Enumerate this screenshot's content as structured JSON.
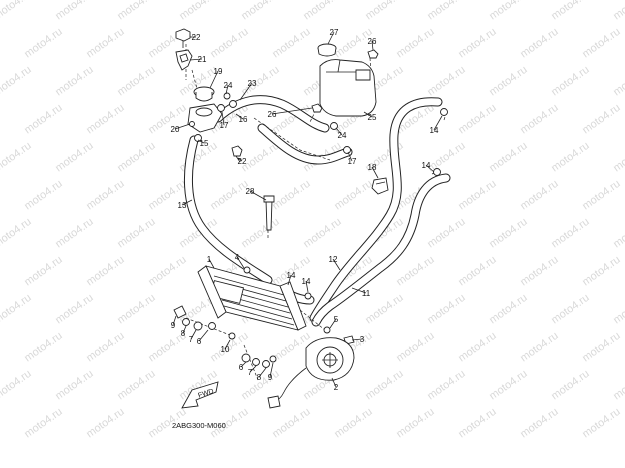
{
  "diagram": {
    "code": "2ABG300-M060",
    "fwd_label": "FWD",
    "watermark": "moto4.ru",
    "callouts": [
      "1",
      "2",
      "3",
      "4",
      "5",
      "6",
      "7",
      "8",
      "9",
      "10",
      "11",
      "12",
      "13",
      "14",
      "15",
      "16",
      "17",
      "18",
      "19",
      "20",
      "21",
      "22",
      "23",
      "24",
      "25",
      "26",
      "27",
      "28"
    ]
  }
}
